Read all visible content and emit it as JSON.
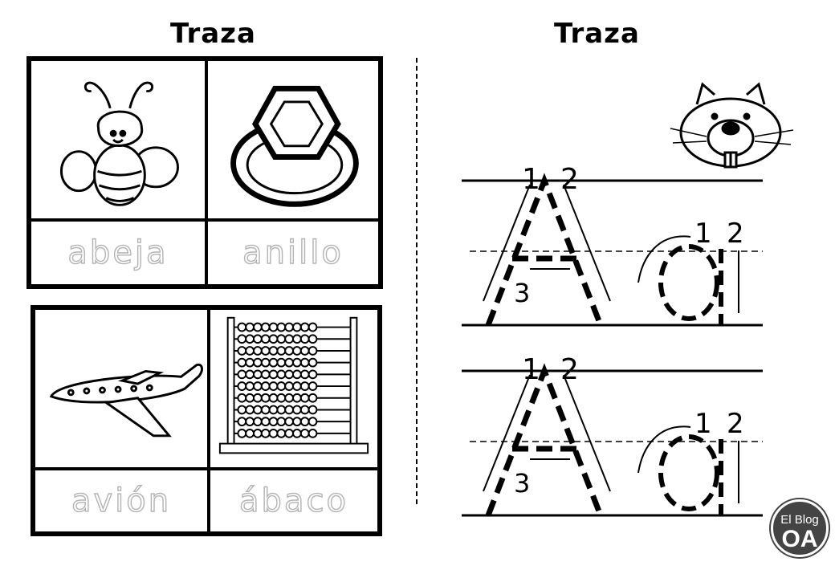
{
  "titles": {
    "left": "Traza",
    "right": "Traza"
  },
  "cards": {
    "top": [
      {
        "word": "abeja",
        "icon": "bee-icon"
      },
      {
        "word": "anillo",
        "icon": "ring-icon"
      }
    ],
    "bottom": [
      {
        "word": "avión",
        "icon": "airplane-icon"
      },
      {
        "word": "ábaco",
        "icon": "abacus-icon"
      }
    ]
  },
  "tracing": {
    "icon": "beaver-icon",
    "rows": [
      {
        "letters": [
          "A",
          "a"
        ],
        "upper_steps": [
          "1",
          "2",
          "3"
        ],
        "lower_steps": [
          "1",
          "2"
        ]
      },
      {
        "letters": [
          "A",
          "a"
        ],
        "upper_steps": [
          "1",
          "2",
          "3"
        ],
        "lower_steps": [
          "1",
          "2"
        ]
      }
    ]
  },
  "logo": {
    "line1": "El Blog",
    "line2": "OA"
  }
}
